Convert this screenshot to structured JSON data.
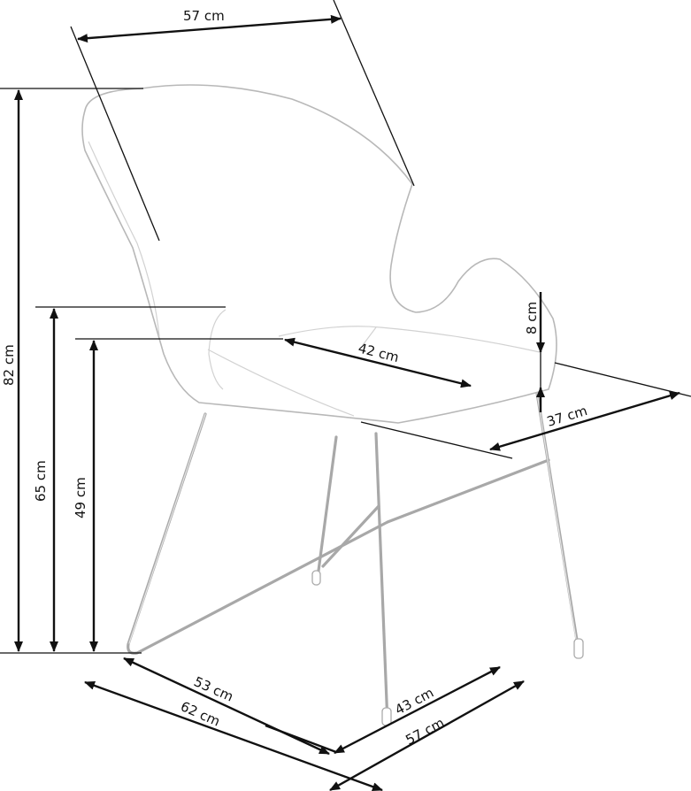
{
  "diagram": {
    "type": "furniture-dimension-drawing",
    "subject": "armchair with sled-base metal frame",
    "colors": {
      "lines": "#111111",
      "chair_outline": "#b8b8b8",
      "frame": "#a8a8a8",
      "background": "#ffffff"
    },
    "dimensions": {
      "top_width": "57 cm",
      "total_height": "82 cm",
      "armrest_height": "65 cm",
      "seat_height": "49 cm",
      "seat_depth": "42 cm",
      "armrest_thickness": "8 cm",
      "seat_width": "37 cm",
      "base_depth": "53 cm",
      "total_depth": "62 cm",
      "base_width": "43 cm",
      "total_width": "57 cm"
    }
  }
}
